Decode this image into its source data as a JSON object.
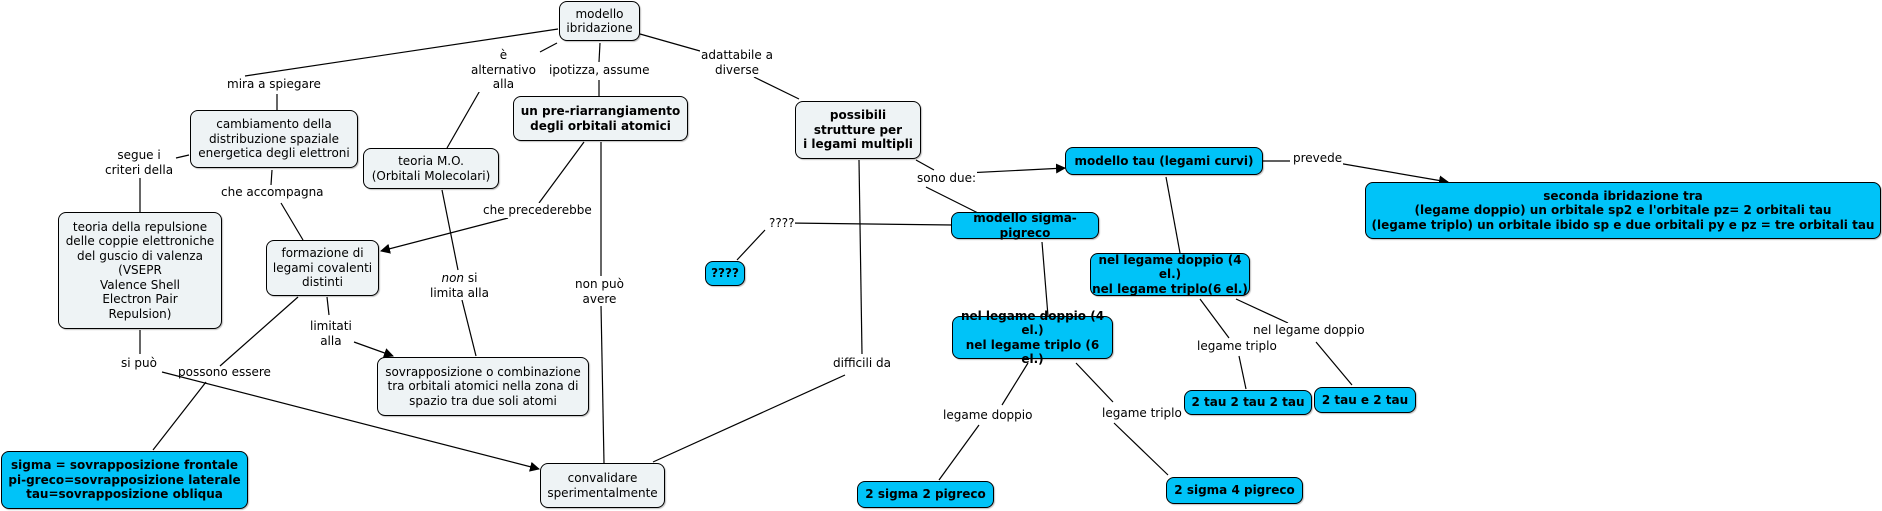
{
  "concepts": {
    "modello_ibridazione": "modello\nibridazione",
    "cambiamento": "cambiamento della\ndistribuzione spaziale\nenergetica degli elettroni",
    "teoria_mo": "teoria M.O.\n(Orbitali Molecolari)",
    "pre_riarrangiamento": "un pre-riarrangiamento\ndegli orbitali atomici",
    "possibili_strutture": "possibili\nstrutture per\ni legami multipli",
    "vsepr": "teoria della repulsione\ndelle coppie elettroniche\ndel guscio di valenza\n(VSEPR\nValence Shell\nElectron Pair\nRepulsion)",
    "formazione_legami": "formazione di\nlegami covalenti\ndistinti",
    "sovrapposizione": "sovrapposizione o combinazione\ntra orbitali atomici nella zona di\nspazio tra due soli atomi",
    "sigma_pigreco_tau": "sigma = sovrapposizione frontale\npi-greco=sovrapposizione laterale\ntau=sovrapposizione obliqua",
    "convalidare": "convalidare\nsperimentalmente",
    "modello_tau": "modello tau (legami curvi)",
    "seconda_ibridazione": "seconda ibridazione tra\n(legame doppio) un orbitale sp2 e l'orbitale pz= 2 orbitali tau\n(legame triplo) un orbitale ibido sp e due orbitali py e pz = tre orbitali tau",
    "modello_sigma_pigreco": "modello sigma-pigreco",
    "unknown": "????",
    "nel_legame_tau": "nel legame doppio (4 el.)\nnel legame triplo(6 el.)",
    "nel_legame_sigma": "nel legame doppio (4 el.)\nnel legame triplo (6 el.)",
    "tre_tau": "2 tau 2 tau 2 tau",
    "due_tau": "2 tau e 2 tau",
    "sigma_2_pigreco": "2 sigma 2 pigreco",
    "sigma_4_pigreco": "2 sigma 4 pigreco"
  },
  "linking_phrases": {
    "mira_a_spiegare": "mira a spiegare",
    "e_alternativo": "è\nalternativo\nalla",
    "ipotizza": "ipotizza, assume",
    "adattabile": "adattabile a\ndiverse",
    "segue_i_criteri": "segue i\ncriteri della",
    "che_accompagna": "che accompagna",
    "che_precederebbe": "che precederebbe",
    "non_si_limita_em": "non",
    "non_si_limita_rest": " si\nlimita alla",
    "non_puo_avere": "non può\navere",
    "limitati_alla": "limitati\nalla",
    "si_puo": "si può",
    "possono_essere": "possono essere",
    "difficili_da": "difficili da",
    "sono_due": "sono due:",
    "prevede": "prevede",
    "question": "????",
    "legame_doppio_sigma": "legame doppio",
    "legame_triplo_sigma": "legame triplo",
    "legame_triplo_tau": "legame triplo",
    "nel_legame_doppio_tau": "nel legame doppio"
  },
  "colors": {
    "concept_default": "#eef3f5",
    "concept_highlight": "#00c3f8",
    "line": "#000000"
  }
}
